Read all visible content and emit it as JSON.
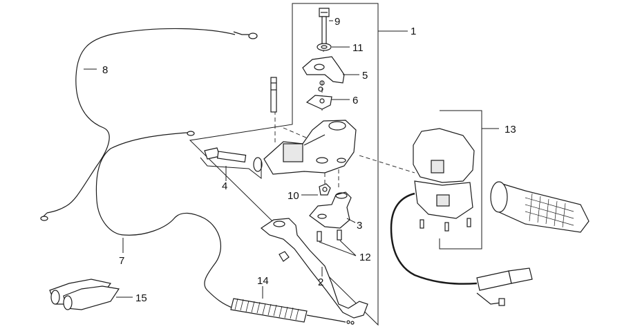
{
  "callouts": {
    "c1": "1",
    "c2": "2",
    "c3": "3",
    "c4": "4",
    "c5": "5",
    "c6": "6",
    "c7": "7",
    "c8": "8",
    "c9": "9",
    "c10": "10",
    "c11": "11",
    "c12": "12",
    "c13": "13",
    "c14": "14",
    "c15": "15"
  },
  "colors": {
    "line": "#1a1a1a",
    "fill": "#ffffff",
    "shade": "#e8e8e8",
    "dark": "#555555"
  }
}
